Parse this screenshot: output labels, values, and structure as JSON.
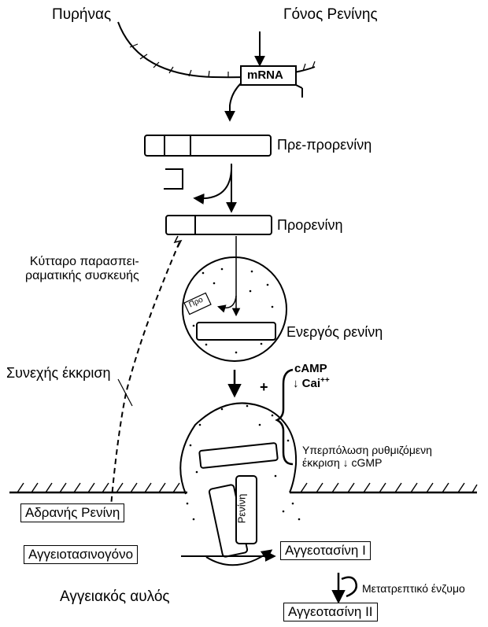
{
  "labels": {
    "nucleus": "Πυρήνας",
    "renin_gene": "Γόνος Ρενίνης",
    "mrna": "mRNA",
    "pre_prorenin": "Πρε-προρενίνη",
    "prorenin": "Προρενίνη",
    "juxtaglomerular_cell": "Κύτταρο παρασπει-\nραματικής συσκευής",
    "pro_fragment": "Προ",
    "active_renin": "Ενεργός ρενίνη",
    "continuous_secretion": "Συνεχής έκκριση",
    "camp": "cAMP",
    "cai": "↓ Cai",
    "cai_sup": "++",
    "plus": "+",
    "regulated_secretion": "Υπερπόλωση ρυθμιζόμενη\nέκκριση ↓ cGMP",
    "inactive_renin": "Αδρανής Ρενίνη",
    "renin": "Ρενίνη",
    "angiotensinogen": "Αγγειοτασινογόνο",
    "angiotensin_1": "Αγγεοτασίνη Ι",
    "blood_vessel": "Αγγειακός αυλός",
    "converting_enzyme": "Μετατρεπτικό ένζυμο",
    "angiotensin_2": "Αγγεοτασίνη ΙΙ"
  }
}
